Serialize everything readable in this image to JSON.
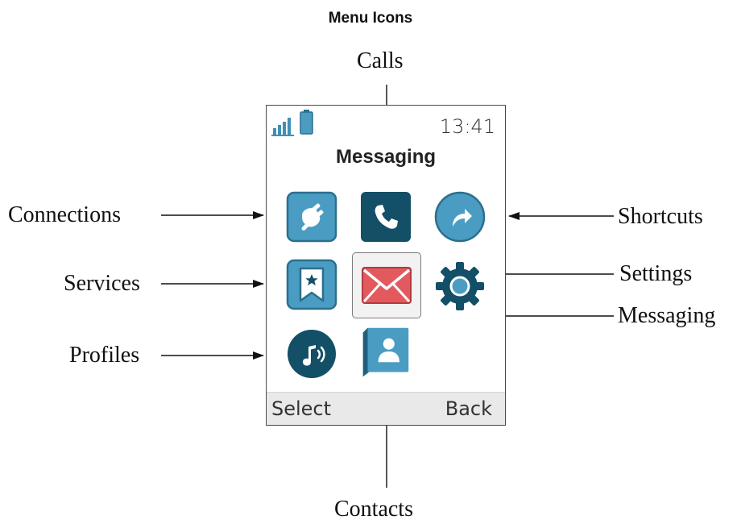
{
  "title": "Menu Icons",
  "callouts": {
    "calls": "Calls",
    "connections": "Connections",
    "shortcuts": "Shortcuts",
    "services": "Services",
    "settings": "Settings",
    "messaging": "Messaging",
    "profiles": "Profiles",
    "contacts": "Contacts"
  },
  "phone": {
    "time": "13:41",
    "screen_title": "Messaging",
    "selected_item": "messaging",
    "softkeys": {
      "left": "Select",
      "right": "Back"
    }
  },
  "colors": {
    "icon_light_fill": "#4a9cc2",
    "icon_light_border": "#2b6f8e",
    "icon_dark_fill": "#134f66",
    "envelope_fill": "#e25a5e",
    "envelope_border": "#b33a3f",
    "contacts_fill": "#3f90b6"
  },
  "icons": [
    "connections-icon",
    "calls-icon",
    "shortcuts-icon",
    "services-icon",
    "messaging-icon",
    "settings-icon",
    "profiles-icon",
    "contacts-icon"
  ]
}
